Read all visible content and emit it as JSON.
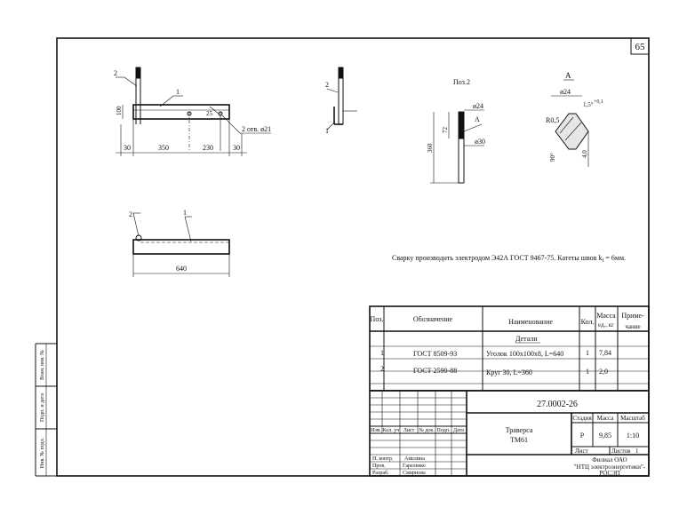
{
  "sheet": {
    "page_number": "65"
  },
  "side_stamp": {
    "inv_podl": "Инв. № подл.",
    "podp_data": "Подп. и дата",
    "vzam_inv": "Взам. инв. №"
  },
  "views": {
    "main": {
      "leader_2": "2",
      "leader_1": "1",
      "dim_height": "100",
      "dim_30_left": "30",
      "dim_350": "350",
      "dim_230": "230",
      "dim_30_right": "30",
      "dim_25": "25",
      "holes_note": "2 отв. ø21"
    },
    "side": {
      "leader_2": "2",
      "leader_1": "1"
    },
    "top": {
      "leader_2": "2",
      "leader_1": "1",
      "dim_640": "640"
    },
    "pos2": {
      "title": "Поз.2",
      "dia_top": "ø24",
      "dia_bottom": "ø30",
      "dim_72": "72",
      "dim_360": "360",
      "section_ref": "А"
    },
    "section_a": {
      "title": "А",
      "dia": "ø24",
      "angle_note": "1,5°",
      "angle_sup": "+0,1",
      "radius": "R0,5",
      "angle_90": "90°",
      "dim_40": "4,0"
    }
  },
  "note": {
    "text": "Сварку производить электродом Э42А ГОСТ 9467-75.  Катеты швов k",
    "sub": "f",
    "tail": " = 6мм."
  },
  "spec": {
    "headers": {
      "pos": "Поз.",
      "designation": "Обозначение",
      "name": "Наименование",
      "qty": "Кол.",
      "mass1": "Масса",
      "mass2": "ед., кг",
      "note1": "Приме-",
      "note2": "чание"
    },
    "section": "Детали",
    "rows": [
      {
        "pos": "1",
        "designation": "ГОСТ 8509-93",
        "name": "Уголок 100х100х8, L=640",
        "qty": "1",
        "mass": "7,84"
      },
      {
        "pos": "2",
        "designation": "ГОСТ 2590-88",
        "name": "Круг 30, L=360",
        "qty": "1",
        "mass": "2,0"
      }
    ]
  },
  "title_block": {
    "code": "27.0002-26",
    "name_line1": "Траверса",
    "name_line2": "ТМ61",
    "stage_label": "Стадия",
    "mass_label": "Масса",
    "scale_label": "Масштаб",
    "stage": "Р",
    "mass": "9,85",
    "scale": "1:10",
    "sheet_label": "Лист",
    "sheets_label": "Листов",
    "sheets": "1",
    "org_line1": "Филиал ОАО",
    "org_line2": "\"НТЦ электроэнергетики\"-",
    "org_line3": "РОСЭП",
    "cols": {
      "izm": "Изм.",
      "kol": "Кол. уч",
      "list": "Лист",
      "ndok": "№ док.",
      "podp": "Подп.",
      "data": "Дата"
    },
    "people": [
      {
        "role": "Н. контр.",
        "name": "Амелина"
      },
      {
        "role": "Пров.",
        "name": "Гарелевко"
      },
      {
        "role": "Разраб.",
        "name": "Смирнова"
      }
    ]
  }
}
